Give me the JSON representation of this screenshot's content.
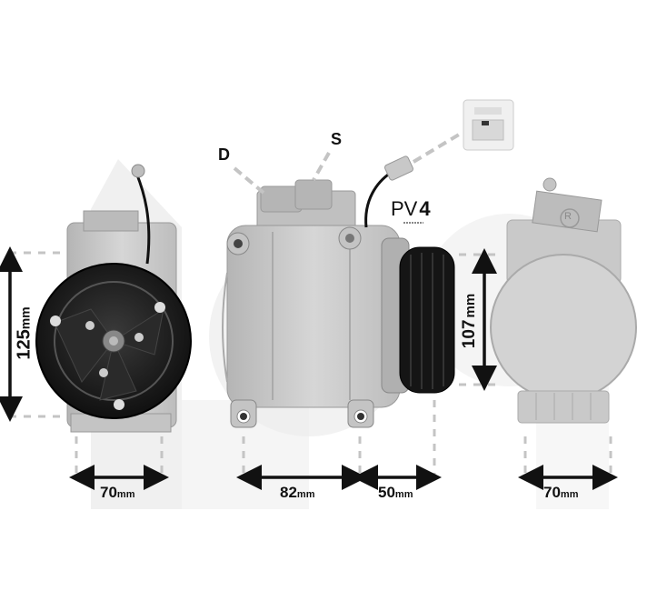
{
  "diagram": {
    "subject": "A/C compressor product dimension drawing",
    "views": {
      "front_clutch": {
        "label": "front-clutch-view"
      },
      "side": {
        "label": "side-view"
      },
      "rear": {
        "label": "rear-view"
      }
    },
    "port_labels": {
      "discharge": "D",
      "suction": "S"
    },
    "pulley": {
      "type_label": "PV",
      "grooves": "4"
    },
    "dimensions": {
      "front_height": {
        "value": "125",
        "unit": "mm"
      },
      "front_width": {
        "value": "70",
        "unit": "mm"
      },
      "body_length": {
        "value": "82",
        "unit": "mm"
      },
      "pulley_length": {
        "value": "50",
        "unit": "mm"
      },
      "rear_height": {
        "value": "107",
        "unit": "mm"
      },
      "rear_width": {
        "value": "70",
        "unit": "mm"
      }
    },
    "registered_mark": "R",
    "colors": {
      "line": "#111111",
      "body": "#c9c9c9",
      "body_dark": "#a9a9a9",
      "clutch": "#1c1c1c",
      "watermark": "#e6e6e6",
      "guide": "#bdbdbd"
    }
  }
}
